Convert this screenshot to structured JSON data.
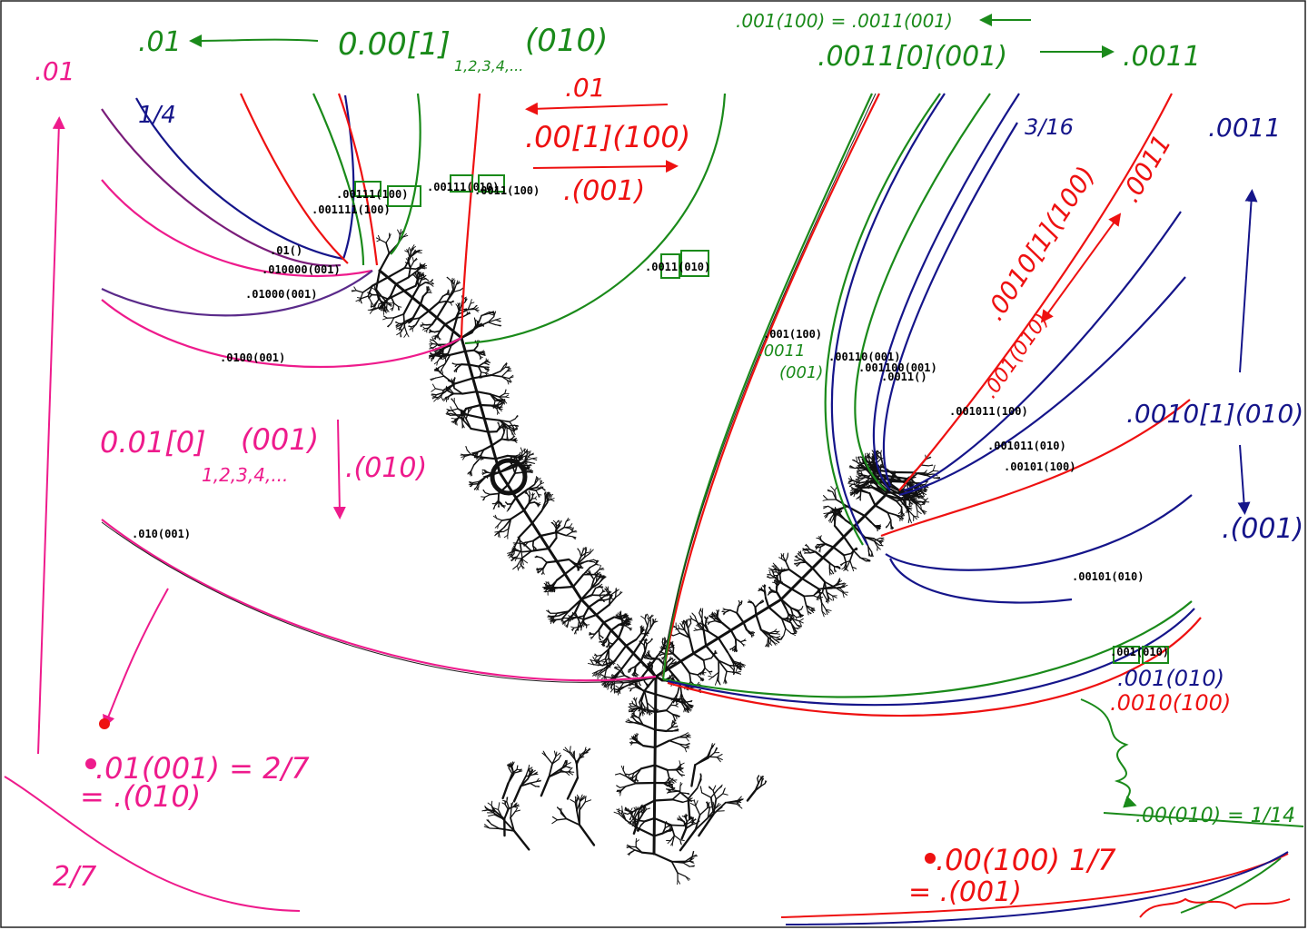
{
  "colors": {
    "green": "#1a8a1a",
    "pink": "#ee1b8c",
    "red": "#ee1111",
    "navy": "#15158a",
    "black": "#000000"
  },
  "handwritten": {
    "top_left_green_target": ".01",
    "top_green_main": "0.00[1]",
    "top_green_subscript": "1,2,3,4,...",
    "top_green_tail": "(010)",
    "top_right_green_equation": ".001(100) = .0011(001)",
    "top_right_green_main": ".0011[0](001)",
    "top_right_green_target": ".0011",
    "left_pink_top": ".01",
    "quarter": "1/4",
    "red_top_label": ".01",
    "red_top_main": ".00[1](100)",
    "red_top_bottom": ".(001)",
    "three_sixteenths": "3/16",
    "navy_right_top": ".0011",
    "red_diag_top": ".0011",
    "red_diag_middle": ".0010[1](100)",
    "red_diag_bottom": ".001(010)",
    "pink_middle_main": "0.01[0]",
    "pink_middle_subscript": "1,2,3,4,...",
    "pink_middle_tail": "(001)",
    "pink_middle_right": ".(010)",
    "navy_middle_main": ".0010[1](010)",
    "navy_middle_bottom": ".(001)",
    "green_mid_left_a": ".0011",
    "green_mid_left_b": "(001)",
    "pink_bottom_line1": ".01(001) = 2/7",
    "pink_bottom_line2": "= .(010)",
    "pink_corner": "2/7",
    "navy_bottom_right": ".001(010)",
    "red_bottom_right": ".0010(100)",
    "green_bottom_right": ".00(010) = 1/14",
    "red_bottom_main": ".00(100) 1/7",
    "red_bottom_eq": "= .(001)"
  },
  "printed_labels": {
    "l01": ".001111(100)",
    "l02": ".00111(100)",
    "l03": ".00111(010)",
    "l04": ".0011(100)",
    "l05": ".01()",
    "l06": ".010000(001)",
    "l07": ".01000(001)",
    "l08": ".0100(001)",
    "l09": ".0011(010)",
    "l10": ".001(100)",
    "l11": ".00110(001)",
    "l12": ".001100(001)",
    "l13": ".0011()",
    "l14": ".001011(100)",
    "l15": ".001011(010)",
    "l16": ".00101(100)",
    "l17": ".010(001)",
    "l18": ".00101(010)",
    "l19": ".001(010)"
  }
}
